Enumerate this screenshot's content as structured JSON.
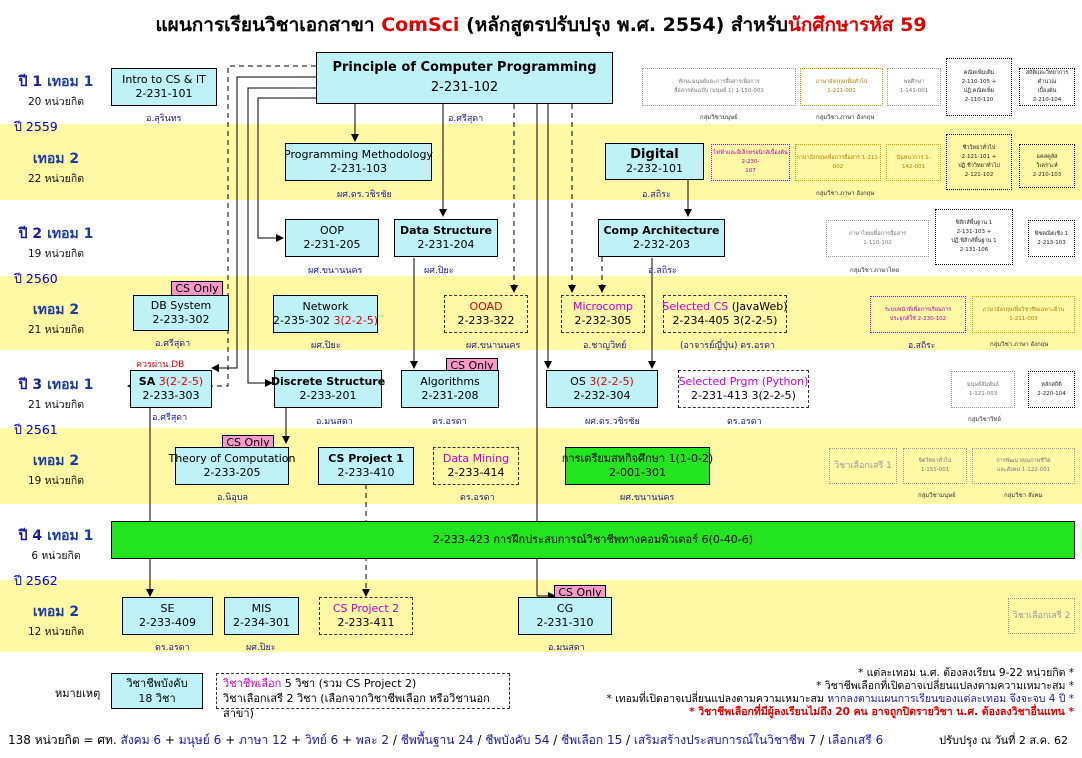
{
  "title": {
    "part1": "แผนการเรียนวิชาเอกสาขา ",
    "comsci": "ComSci",
    "part2": " (หลักสูตรปรับปรุง พ.ศ. 2554)  สำหรับ",
    "student": "นักศึกษารหัส 59"
  },
  "eras": [
    "ปี 2559",
    "ปี 2560",
    "ปี 2561",
    "ปี 2562"
  ],
  "semesters": [
    {
      "year": "ปี 1 ",
      "term": "เทอม 1",
      "credits": "20 หน่วยกิต"
    },
    {
      "year": "",
      "term": "เทอม 2",
      "credits": "22 หน่วยกิต"
    },
    {
      "year": "ปี 2 ",
      "term": "เทอม 1",
      "credits": "19 หน่วยกิต"
    },
    {
      "year": "",
      "term": "เทอม 2",
      "credits": "21 หน่วยกิต"
    },
    {
      "year": "ปี 3 ",
      "term": "เทอม 1",
      "credits": "21 หน่วยกิต"
    },
    {
      "year": "",
      "term": "เทอม 2",
      "credits": "19 หน่วยกิต"
    },
    {
      "year": "ปี 4 ",
      "term": "เทอม 1",
      "credits": "6 หน่วยกิต"
    },
    {
      "year": "",
      "term": "เทอม 2",
      "credits": "12 หน่วยกิต"
    }
  ],
  "courses": {
    "intro": {
      "name": "Intro to CS & IT",
      "code": "2-231-101",
      "inst": "อ.สุรินทร"
    },
    "pcp": {
      "name": "Principle of Computer Programming",
      "code": "2-231-102",
      "inst": "อ.ศรีสุดา"
    },
    "pm": {
      "name": "Programming Methodology",
      "code": "2-231-103",
      "inst": "ผศ.ดร.วชิรชัย"
    },
    "digital": {
      "name": "Digital",
      "code": "2-232-101",
      "inst": "อ.สถิระ"
    },
    "oop": {
      "name": "OOP",
      "code": "2-231-205",
      "inst": "ผศ.ขนานนคร"
    },
    "ds": {
      "name": "Data Structure",
      "code": "2-231-204",
      "inst": "ผศ.ปิยะ"
    },
    "ca": {
      "name": "Comp Architecture",
      "code": "2-232-203",
      "inst": "อ.สถิระ"
    },
    "dbs": {
      "name": "DB System",
      "code": "2-233-302",
      "inst": "อ.ศรีสุดา"
    },
    "net": {
      "name": "Network",
      "code": "2-235-302",
      "credit": "3(2-2-5)",
      "inst": "ผศ.ปิยะ"
    },
    "ooad": {
      "name": "OOAD",
      "code": "2-233-322",
      "inst": "ผศ.ขนานนคร"
    },
    "micro": {
      "name": "Microcomp",
      "code": "2-232-305",
      "inst": "อ.ชาญวิทย์"
    },
    "selcs": {
      "name": "Selected CS",
      "sub": " (JavaWeb)",
      "code": "2-234-405",
      "credit": "3(2-2-5)",
      "inst": "(อาจารย์ญี่ปุ่น)  ดร.อรดา"
    },
    "sa": {
      "name": "SA",
      "credit": "3(2-2-5)",
      "code": "2-233-303",
      "inst": "อ.ศรีสุดา",
      "prereq": "ควรผ่าน DB"
    },
    "disc": {
      "name": "Discrete Structure",
      "code": "2-233-201",
      "inst": "อ.มนสดา"
    },
    "algo": {
      "name": "Algorithms",
      "code": "2-231-208",
      "inst": "ดร.อรดา"
    },
    "os": {
      "name": "OS",
      "credit": "3(2-2-5)",
      "code": "2-232-304",
      "inst": "ผศ.ดร.วชิรชัย"
    },
    "selprgm": {
      "name": "Selected Prgm",
      "sub": " (Python)",
      "code": "2-231-413",
      "credit": "3(2-2-5)",
      "inst": "ดร.อรดา"
    },
    "toc": {
      "name": "Theory of Computation",
      "code": "2-233-205",
      "inst": "อ.นิอุบล"
    },
    "proj1": {
      "name": "CS Project 1",
      "code": "2-233-410"
    },
    "dm": {
      "name": "Data Mining",
      "code": "2-233-414",
      "inst": "ดร.อรดา"
    },
    "coop": {
      "name": "การเตรียมสหกิจศึกษา 1(1-0-2)",
      "code": "2-001-301",
      "inst": "ผศ.ขนานนคร"
    },
    "intern": {
      "text": "2-233-423  การฝึกประสบการณ์วิชาชีพทางคอมพิวเตอร์  6(0-40-6)"
    },
    "se": {
      "name": "SE",
      "code": "2-233-409",
      "inst": "ดร.อรดา"
    },
    "mis": {
      "name": "MIS",
      "code": "2-234-301",
      "inst": "ผศ.ปิยะ"
    },
    "proj2": {
      "name": "CS Project 2",
      "code": "2-233-411"
    },
    "cg": {
      "name": "CG",
      "code": "2-231-310",
      "inst": "อ.มนสดา"
    }
  },
  "cs_only": "CS Only",
  "minis": {
    "m1": [
      "ทักษะมนุษย์และการสื่อสารเพื่อการ",
      "สื่อสารต้นฉบับ (มนุษย์ 1)  1-150-001"
    ],
    "m2": [
      "ภาษาอังกฤษเพื่อทั่วไป",
      "1-211-001"
    ],
    "m3": [
      "พลศึกษา",
      "1-141-001"
    ],
    "m4": [
      "คณิตเพิ่มเติม",
      "2-110-105 +",
      "ปฏิ.คณิตเพิ่ม",
      "2-110-110"
    ],
    "m5": [
      "สถิติและวิทยาการคำนวณ",
      "เบื้องต้น",
      "2-210-104"
    ],
    "m6": [
      "ไฟฟ้าและอิเล็กทรอนิกส์เบื้องต้น 2-230-",
      "107"
    ],
    "m7": [
      "ภาษาอังกฤษเพื่อการสื่อสาร 1-211-",
      "002"
    ],
    "m8": [
      "นันทนาการ 1-",
      "142-001"
    ],
    "m9": [
      "ชีววิทยาทั่วไป",
      "2-121-101 +",
      "ปฏิ.ชีววิทยาทั่วไป",
      "2-121-102"
    ],
    "m10": [
      "แคลคูลัส",
      "วิเคราะห์",
      "2-210-103"
    ],
    "m11": [
      "ภาษาไทยเพื่อการสื่อสาร",
      "1-110-102"
    ],
    "m12": [
      "ฟิสิกส์พื้นฐาน 1",
      "2-131-103 +",
      "ปฏิ.ฟิสิกส์พื้นฐาน 1",
      "2-131-106"
    ],
    "m13": [
      "พีชคณิตเชิง 1",
      "2-213-103"
    ],
    "m14": [
      "ระบบหน้าที่เพื่อการเรียนการ",
      "ประยุกต์ใช้ 2-230-102"
    ],
    "m15": [
      "ภาษาอังกฤษเพื่อวิชาชีพเฉพาะด้าน",
      "1-211-003"
    ],
    "m16": [
      "มนุษย์สัมพันธ์",
      "1-121-003"
    ],
    "m17": [
      "หลักสถิติ",
      "2-220-104"
    ],
    "m18": [
      "วิชาเลือกเสรี 1"
    ],
    "m19": [
      "จิตวิทยาทั่วไป",
      "1-151-001"
    ],
    "m20": [
      "การพัฒนาคุณภาพชีวิต",
      "และสังคม 1-122-001"
    ],
    "m21": [
      "วิชาเลือกเสรี 2"
    ]
  },
  "groups": {
    "g1": "กลุ่มวิชามนุษย์",
    "g2": "กลุ่มวิชา.ภาษา อังกฤษ",
    "g3": "กลุ่มวิชา.ภาษา อังกฤษ",
    "g4": "กลุ่มวิชา.ภาษาไทย",
    "g5": "อ.สถิระ",
    "g6": "กลุ่มวิชา.ภาษา อังกฤษ",
    "g7": "กลุ่มวิชาวิทย์",
    "g8": "กลุ่มวิชามนุษย์",
    "g9": "กลุ่มวิชา สังคม"
  },
  "legend": {
    "label": "หมายเหตุ",
    "required": [
      "วิชาชีพบังคับ",
      "18 วิชา"
    ],
    "elective_label": "วิชาชีพเลือก",
    "elective_rest": "  5 วิชา (รวม CS Project 2)",
    "free": "วิชาเลือกเสรี  2 วิชา  (เลือกจากวิชาชีพเลือก หรือวิชานอกสาขา)"
  },
  "notes": [
    {
      "text": "* แต่ละเทอม น.ศ. ต้องลงเรียน 9-22 หน่วยกิต *"
    },
    {
      "text": "* วิชาชีพเลือกที่เปิดอาจเปลี่ยนแปลงตามความเหมาะสม *"
    },
    {
      "text1": "* เทอมที่เปิดอาจเปลี่ยนแปลงตามความเหมาะสม  ",
      "text2": "หากลงตามแผนการเรียนของแต่ละเทอม จึงจะจบ 4 ปี *"
    },
    {
      "text": "* วิชาชีพเลือกที่มีผู้ลงเรียนไม่ถึง 20 คน อาจถูกปิดรายวิชา น.ศ. ต้องลงวิชาอื่นแทน *"
    }
  ],
  "footer": {
    "total": "138 หน่วยกิต = ศท. ",
    "social": "สังคม 6",
    "plus1": " + ",
    "human": "มนุษย์ 6",
    "plus2": " + ",
    "lang": "ภาษา 12",
    "plus3": " + ",
    "sci": "วิทย์ 6",
    "plus4": " + ",
    "pe": "พละ 2",
    "sep1": " / ",
    "core": "ชีพพื้นฐาน 24",
    "sep2": " / ",
    "req": "ชีพบังคับ 54",
    "sep3": " / ",
    "elec": "ชีพเลือก 15",
    "sep4": " / ",
    "extra": "เสริมสร้างประสบการณ์ในวิชาชีพ 7",
    "sep5": " / ",
    "free": "เลือกเสรี 6",
    "updated": "ปรับปรุง ณ วันที่ 2 ส.ค. 62"
  },
  "colors": {
    "band": "#fff9a6",
    "course": "#bff2f6",
    "green": "#22e51f",
    "cs_only": "#f799c8",
    "accent_red": "#e00000",
    "magenta": "#cc00cc",
    "blue": "#1a1aa6"
  }
}
